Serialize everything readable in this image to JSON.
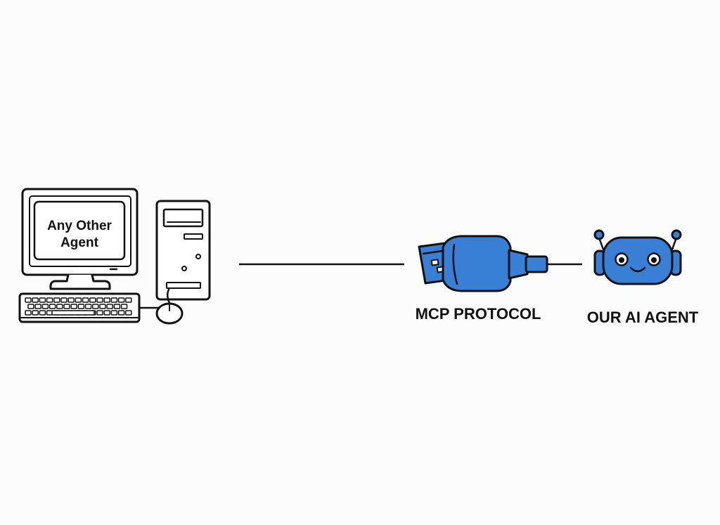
{
  "computer": {
    "screen_line1": "Any Other",
    "screen_line2": "Agent"
  },
  "connector": {
    "label": "MCP PROTOCOL"
  },
  "agent": {
    "label": "OUR AI AGENT"
  },
  "colors": {
    "accent_blue": "#3a7fd6",
    "outline": "#111111",
    "background": "#fcfcfc"
  },
  "icons": {
    "computer": "desktop-computer-icon",
    "usb": "usb-plug-icon",
    "robot": "robot-head-icon"
  }
}
